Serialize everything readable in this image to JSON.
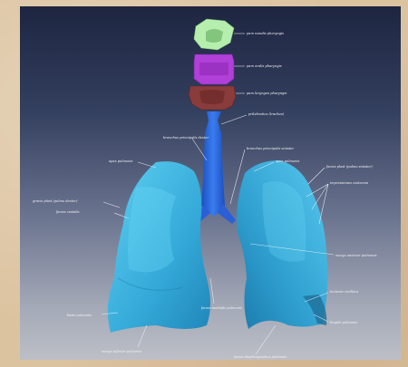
{
  "labels": {
    "pars_nasalis": "pars nasalis pharyngis",
    "pars_oralis": "pars oralis pharyngis",
    "pars_laryngea": "pars laryngea pharyngis",
    "trachea": "prilabratica (trachea)",
    "bronchus_dexter": "bronchus principalis dexter",
    "bronchus_sinister": "bronchus principalis sinister",
    "apex_left": "apex pulmonis",
    "apex_right": "apex pulmonis",
    "pulmo_sinister": "facies plast (pulmo sinister)",
    "impressiones": "impressiones costarum",
    "pulmo_dexter": "gravis plast (pulmo dexter)",
    "facies_costalis": "facies costalis",
    "margo_anterior": "margo anterior pulmonis",
    "incisura_cardiaca": "incisura cardiaca",
    "lingula": "lingula pulmonis",
    "basis": "basis pulmonis",
    "facies_medialis": "facies medialis pulmonis",
    "margo_inferior": "margo inferior pulmonis",
    "facies_diaphragmatica": "facies diaphragmatica pulmonis"
  },
  "colors": {
    "nasal": "#b8f0b0",
    "oral": "#b040d8",
    "laryngeal": "#8c3a3a",
    "trachea": "#2a66e0",
    "lung": "#39b7e0"
  }
}
